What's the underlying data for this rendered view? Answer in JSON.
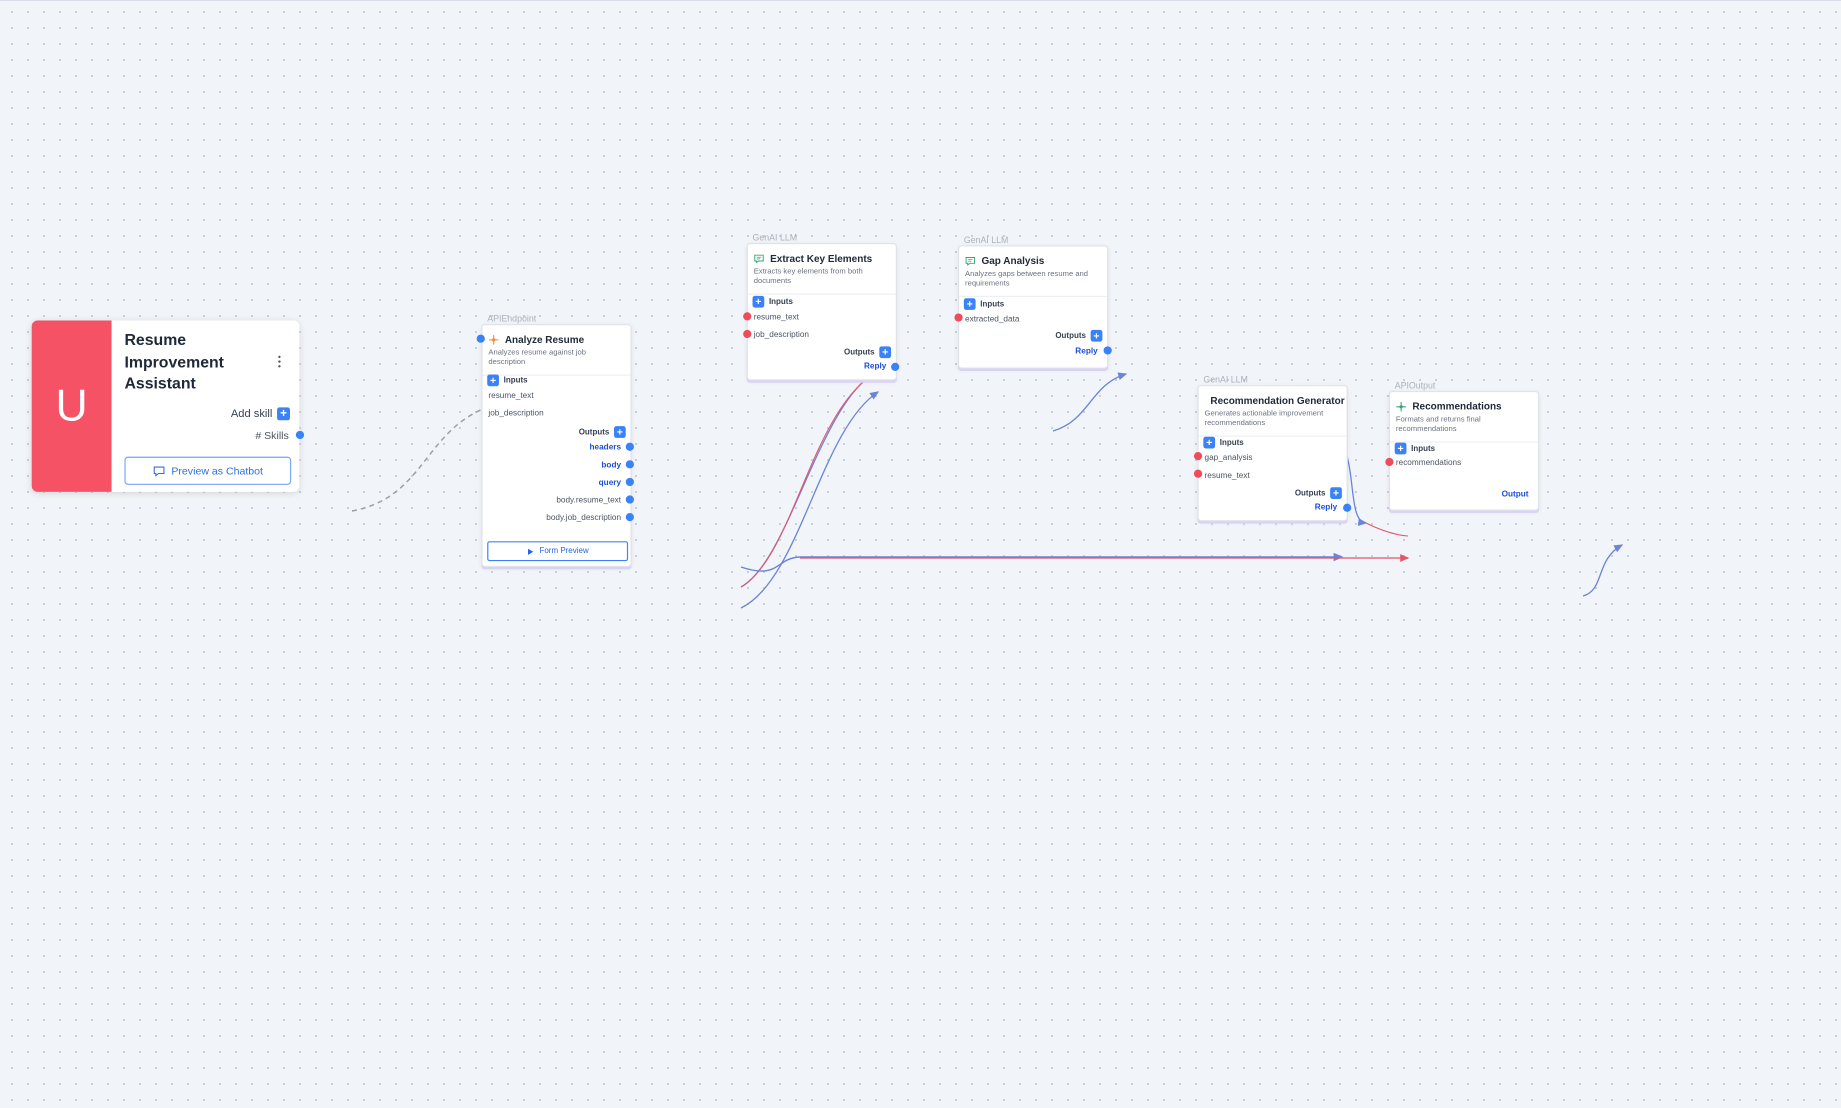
{
  "agent": {
    "avatar_letter": "U",
    "name": "Resume Improvement Assistant",
    "add_skill_label": "Add skill",
    "skills_label": "# Skills",
    "preview_label": "Preview as Chatbot"
  },
  "nodes": {
    "analyze": {
      "type": "APIEndpoint",
      "title": "Analyze Resume",
      "desc": "Analyzes resume against job description",
      "inputs_label": "Inputs",
      "inputs": [
        "resume_text",
        "job_description"
      ],
      "outputs_label": "Outputs",
      "outputs": [
        "headers",
        "body",
        "query",
        "body.resume_text",
        "body.job_description"
      ],
      "form_label": "Form Preview"
    },
    "extract": {
      "type": "GenAI LLM",
      "title": "Extract Key Elements",
      "desc": "Extracts key elements from both documents",
      "inputs_label": "Inputs",
      "inputs": [
        "resume_text",
        "job_description"
      ],
      "outputs_label": "Outputs",
      "reply_label": "Reply"
    },
    "gap": {
      "type": "GenAI LLM",
      "title": "Gap Analysis",
      "desc": "Analyzes gaps between resume and requirements",
      "inputs_label": "Inputs",
      "inputs": [
        "extracted_data"
      ],
      "outputs_label": "Outputs",
      "reply_label": "Reply"
    },
    "recgen": {
      "type": "GenAI LLM",
      "title": "Recommendation Generator",
      "desc": "Generates actionable improvement recommendations",
      "inputs_label": "Inputs",
      "inputs": [
        "gap_analysis",
        "resume_text"
      ],
      "outputs_label": "Outputs",
      "reply_label": "Reply"
    },
    "recs": {
      "type": "APIOutput",
      "title": "Recommendations",
      "desc": "Formats and returns final recommendations",
      "inputs_label": "Inputs",
      "inputs": [
        "recommendations"
      ],
      "output_label": "Output"
    }
  },
  "colors": {
    "accent": "#3b82f6",
    "input_port": "#ef4b5c",
    "avatar": "#f55266",
    "edge_blue": "#6b84d8",
    "edge_red": "#e5566a"
  }
}
